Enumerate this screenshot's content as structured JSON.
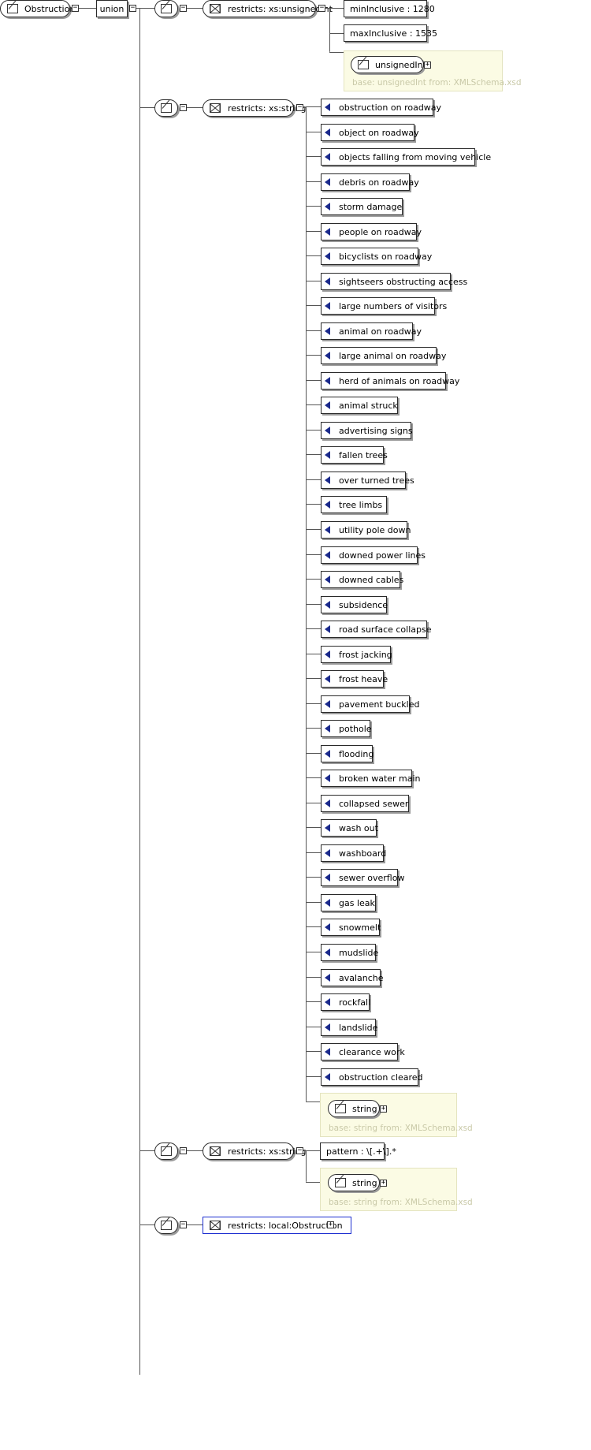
{
  "root": {
    "name": "Obstruction"
  },
  "union_label": "union",
  "member1": {
    "restriction": "restricts: xs:unsignedInt",
    "facets": [
      "minInclusive : 1280",
      "maxInclusive : 1535"
    ],
    "base_type": "unsignedInt",
    "base_note": "base: unsignedInt from: XMLSchema.xsd"
  },
  "member2": {
    "restriction": "restricts: xs:string",
    "enumerations": [
      "obstruction on roadway",
      "object on roadway",
      "objects falling from moving vehicle",
      "debris on roadway",
      "storm damage",
      "people on roadway",
      "bicyclists on roadway",
      "sightseers obstructing access",
      "large numbers of visitors",
      "animal on roadway",
      "large animal on roadway",
      "herd of animals on roadway",
      "animal struck",
      "advertising signs",
      "fallen trees",
      "over turned trees",
      "tree limbs",
      "utility pole down",
      "downed power lines",
      "downed cables",
      "subsidence",
      "road surface collapse",
      "frost jacking",
      "frost heave",
      "pavement buckled",
      "pothole",
      "flooding",
      "broken water main",
      "collapsed sewer",
      "wash out",
      "washboard",
      "sewer overflow",
      "gas leak",
      "snowmelt",
      "mudslide",
      "avalanche",
      "rockfall",
      "landslide",
      "clearance work",
      "obstruction cleared"
    ],
    "base_type": "string",
    "base_note": "base: string from: XMLSchema.xsd"
  },
  "member3": {
    "restriction": "restricts: xs:string",
    "pattern": "pattern : \\[.+\\].*",
    "base_type": "string",
    "base_note": "base: string from: XMLSchema.xsd"
  },
  "member4": {
    "restriction": "restricts: local:Obstruction"
  },
  "toggles": {
    "collapse": "−",
    "expand": "+"
  },
  "icons": {
    "simple_type": "simple-type-icon",
    "restriction": "restriction-bowtie-icon",
    "enumeration": "enumeration-arrow-icon"
  },
  "colors": {
    "enumeration_arrow": "#1c2b8c",
    "note_background": "#fbfbe4",
    "selected_border": "#1d2fd0"
  }
}
